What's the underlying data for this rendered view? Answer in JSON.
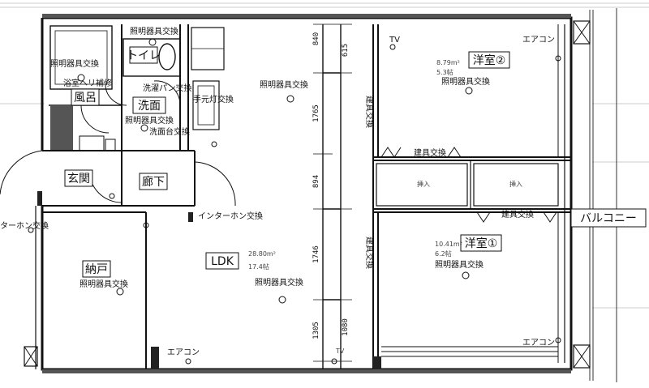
{
  "rooms": {
    "ldk": {
      "label": "LDK",
      "area": "28.80m²",
      "tatami": "17.4帖"
    },
    "western1": {
      "label": "洋室①",
      "area": "10.41m²",
      "tatami": "6.2帖"
    },
    "western2": {
      "label": "洋室②",
      "area": "8.79m²",
      "tatami": "5.3帖"
    },
    "storage": {
      "label": "納戸"
    },
    "entrance": {
      "label": "玄関"
    },
    "hallway": {
      "label": "廊下"
    },
    "bath": {
      "label": "風呂"
    },
    "washroom": {
      "label": "洗面"
    },
    "toilet": {
      "label": "トイレ"
    },
    "balcony": {
      "label": "バルコニー"
    }
  },
  "notes": {
    "light_replace": "照明器具交換",
    "bath_edge_repair": "浴室ヘリ補修",
    "laundry_pan": "洗濯パン交換",
    "sink_replace": "洗面台交換",
    "hand_light": "手元灯交換",
    "intercom": "インターホン交換",
    "intercom_cut": "ターホン交換",
    "fittings": "建具交換",
    "aircon": "エアコン",
    "tv": "TV",
    "insert": "挿入"
  },
  "dimensions": [
    "840",
    "615",
    "1765",
    "894",
    "1746",
    "1305",
    "1080"
  ]
}
